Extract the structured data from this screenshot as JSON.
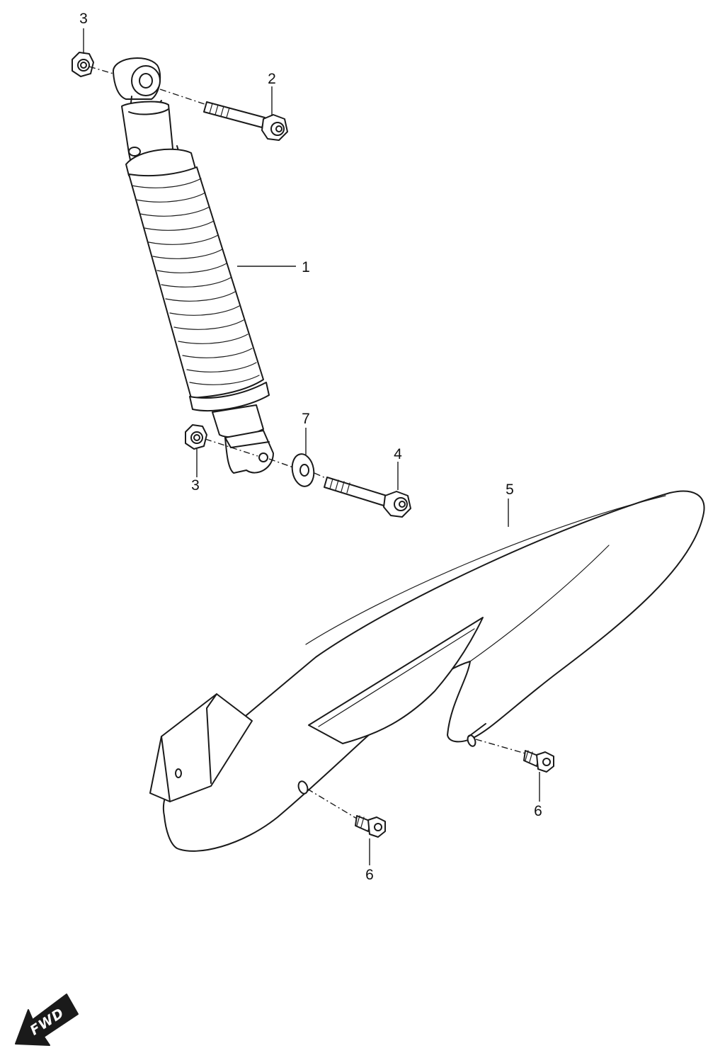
{
  "callouts": {
    "c1": "1",
    "c2": "2",
    "c3_top": "3",
    "c3_bottom": "3",
    "c4": "4",
    "c5": "5",
    "c6_right": "6",
    "c6_bottom": "6",
    "c7": "7"
  },
  "fwd_label": "FWD",
  "colors": {
    "line": "#1a1a1a",
    "background": "#ffffff",
    "arrow": "#1a1a1a"
  }
}
